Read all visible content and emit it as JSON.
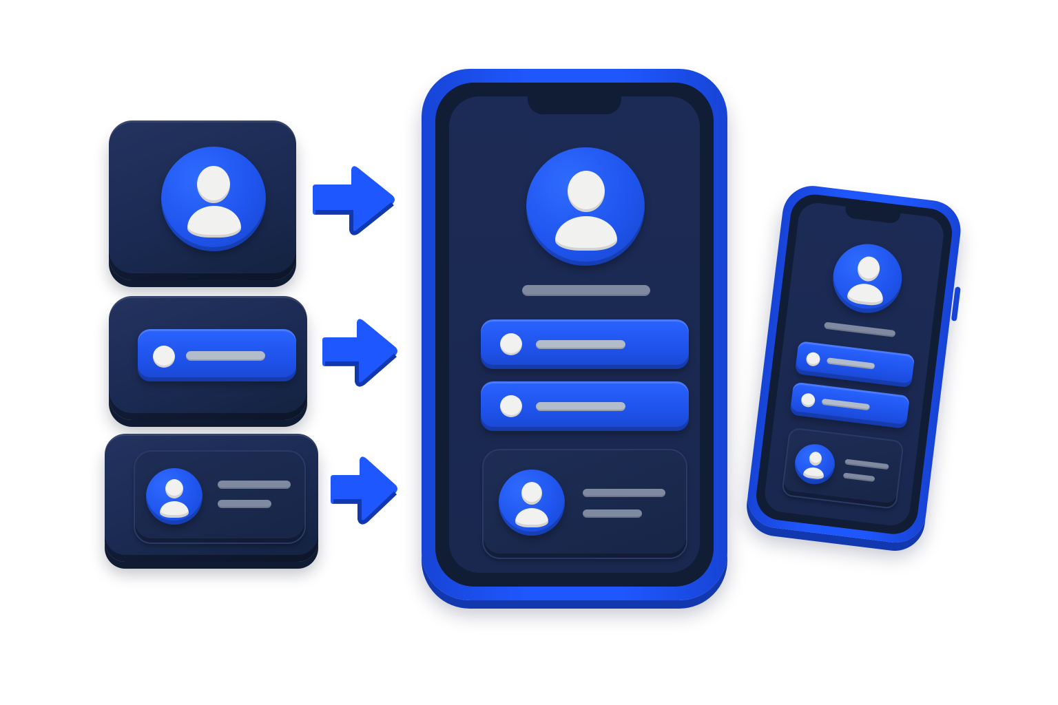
{
  "accent_color": "#1f57ff",
  "dark_color": "#1c2b55",
  "icons": [
    "user-avatar-icon",
    "list-row-icon",
    "profile-card-icon",
    "arrow-right-icon",
    "smartphone-icon"
  ],
  "layout": {
    "left_components": [
      "avatar-tile",
      "list-item-tile",
      "profile-card-tile"
    ],
    "center": "smartphone-large",
    "right": "smartphone-small-tilted"
  }
}
